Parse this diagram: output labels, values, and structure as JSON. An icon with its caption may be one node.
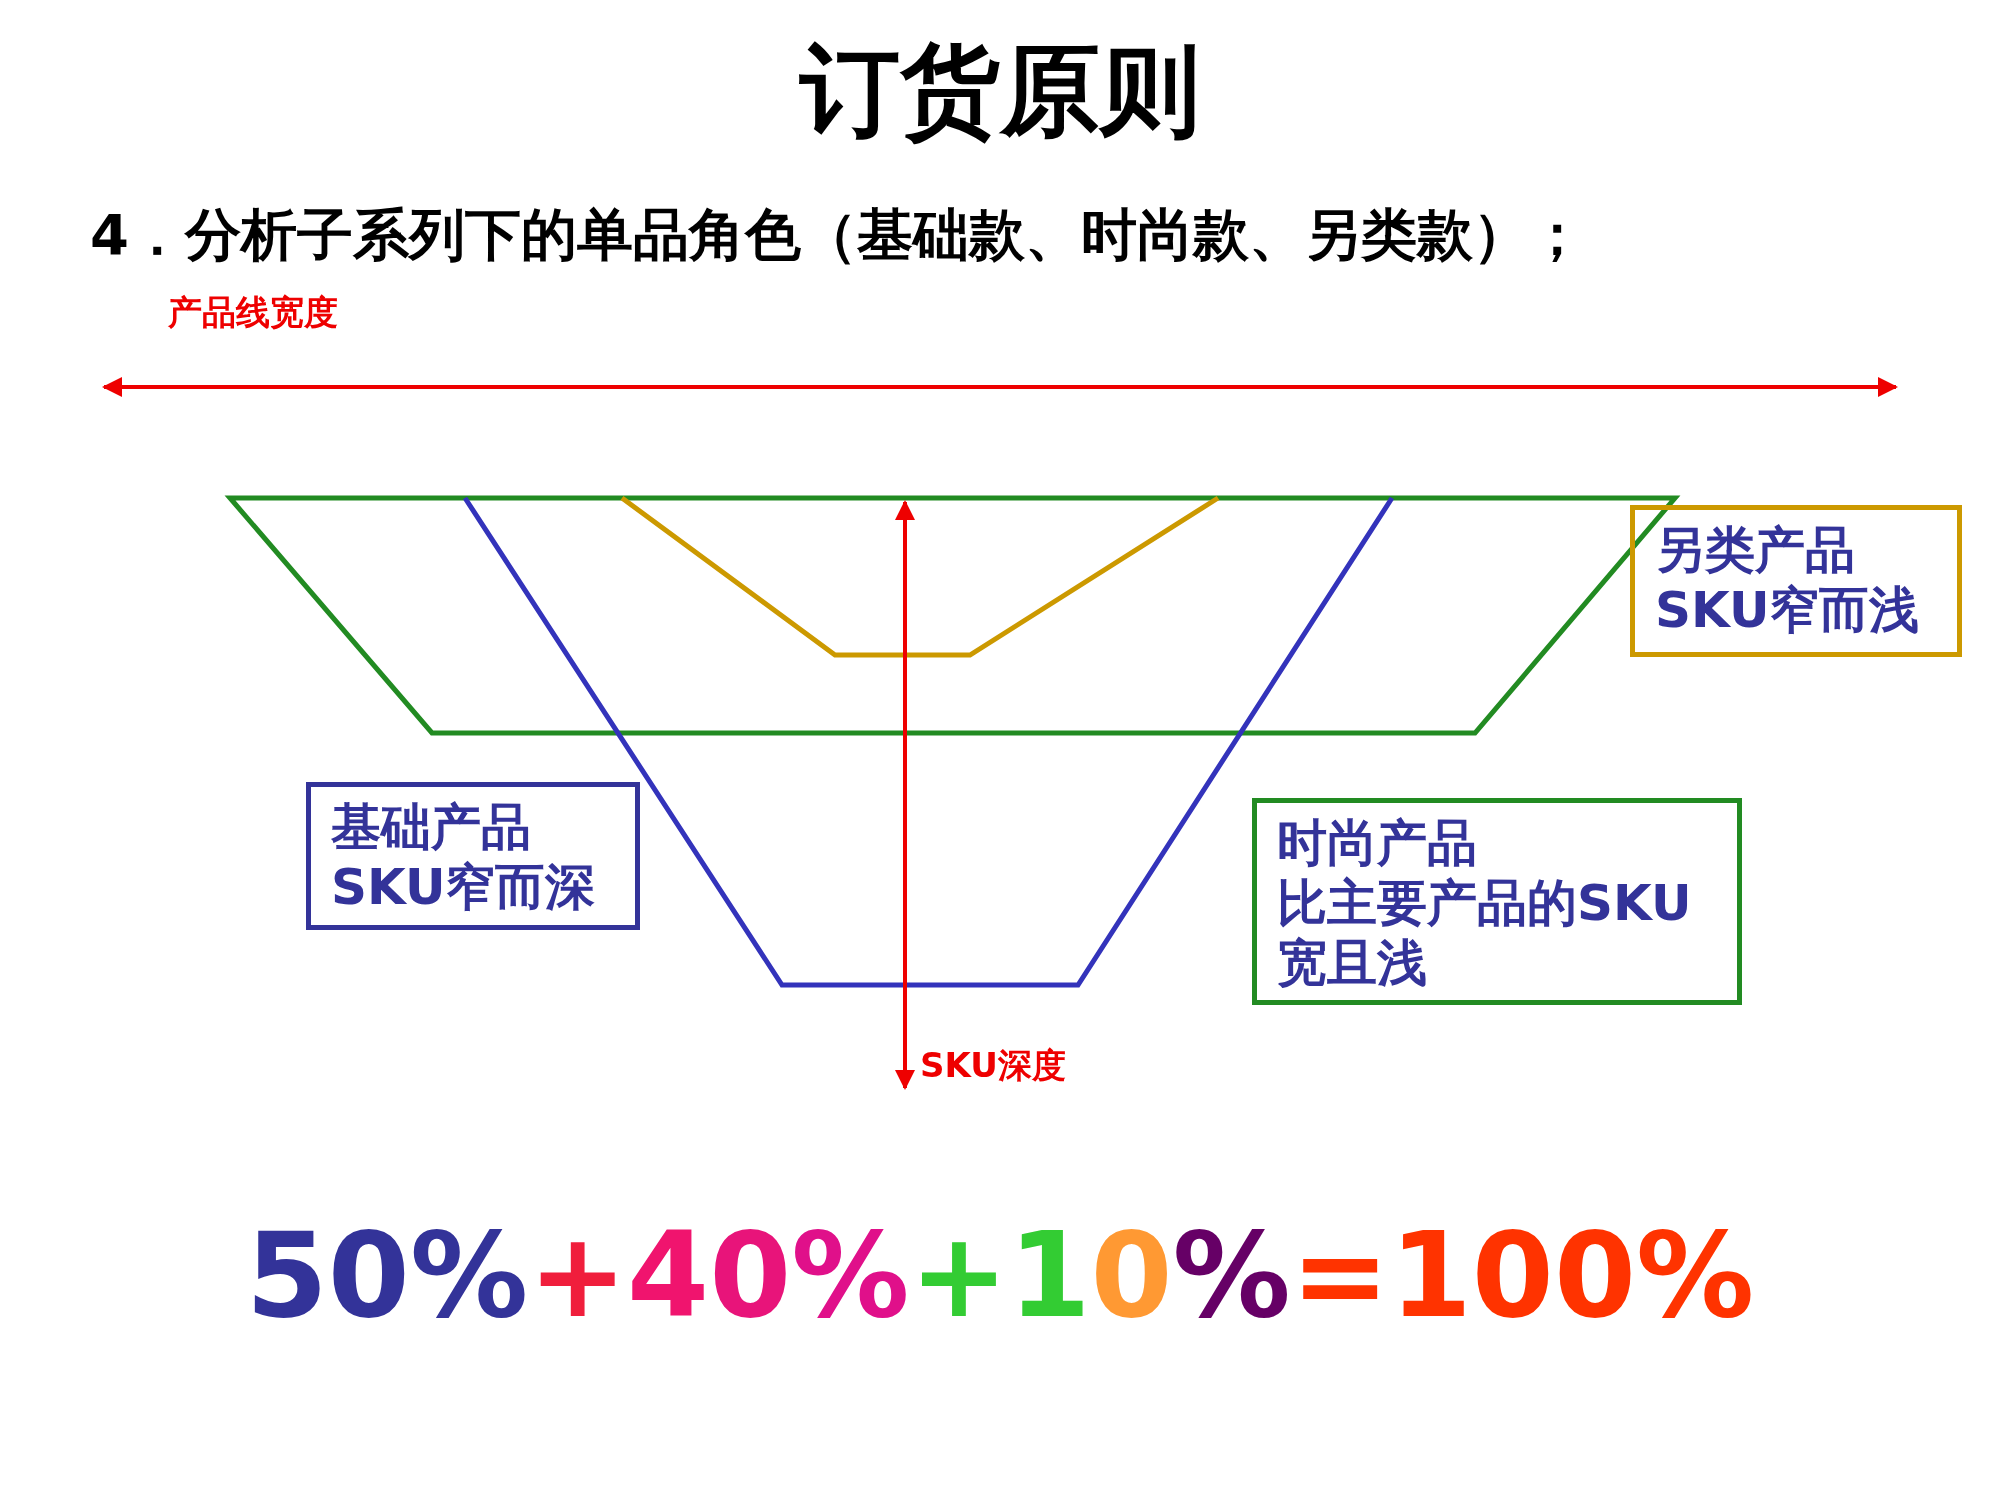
{
  "diagram": {
    "title": "订货原则",
    "nodes": [
      {
        "text": [
          "另类产品",
          "SKU窄而浅"
        ]
      },
      {
        "text": [
          "基础产品",
          "SKU窄而深"
        ]
      },
      {
        "text": [
          "时尚产品",
          "比主要产品的SKU宽且浅"
        ]
      }
    ],
    "labels": [
      "4．分析子系列下的单品角色（基础款、时尚款、另类款）；",
      "产品线宽度",
      "SKU深度",
      "50%+40%+10%=100%"
    ]
  }
}
